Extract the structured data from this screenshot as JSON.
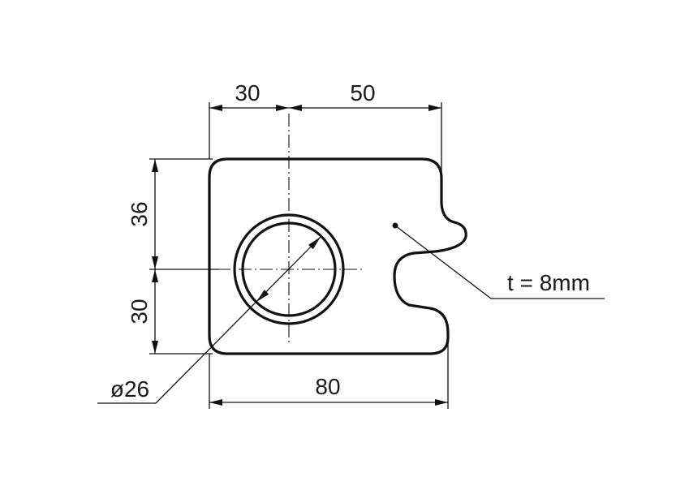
{
  "drawing": {
    "dimensions": {
      "top_left_width": "30",
      "top_right_width": "50",
      "left_upper_height": "36",
      "left_lower_height": "30",
      "bottom_total_width": "80",
      "hole_diameter": "ø26",
      "thickness_note": "t = 8mm"
    }
  }
}
